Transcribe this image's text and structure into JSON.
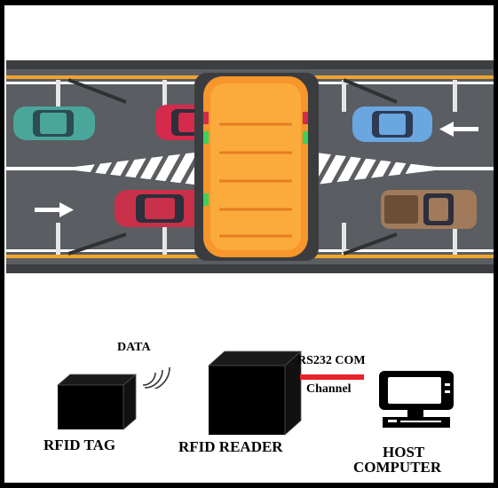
{
  "colors": {
    "road": "#5a5d61",
    "lane_line": "#ffffff",
    "edge_line": "#f0a42c",
    "toll_gate": "#f7962a",
    "channel_line": "#e8232a"
  },
  "icons": [
    "car-icon",
    "pickup-truck-icon",
    "toll-gate-icon",
    "arrow-left-icon",
    "arrow-right-icon",
    "wifi-signal-icon",
    "computer-icon"
  ],
  "diagram": {
    "data_label": "DATA",
    "rfid_tag_label": "RFID TAG",
    "rfid_reader_label": "RFID READER",
    "channel_top_label": "RS232 COM",
    "channel_bottom_label": "Channel",
    "host_label_line1": "HOST",
    "host_label_line2": "COMPUTER"
  }
}
